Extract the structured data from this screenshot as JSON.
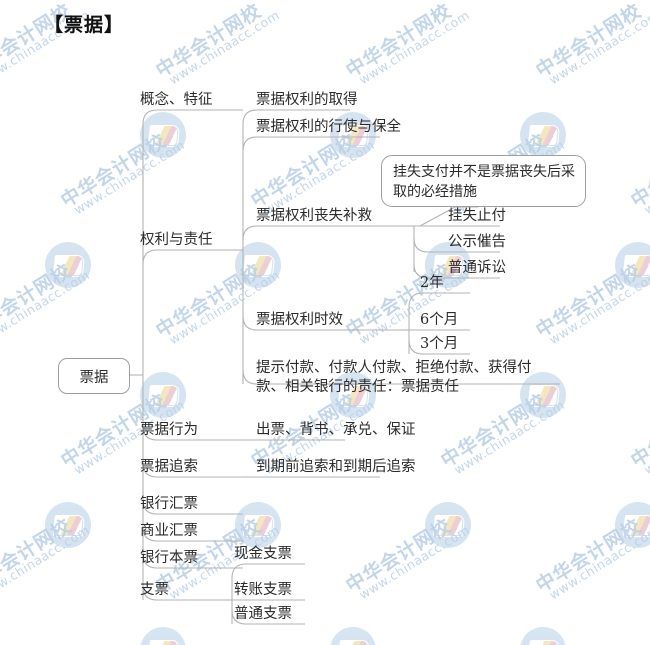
{
  "page": {
    "title": "【票据】",
    "watermark": {
      "brand": "中华会计网校",
      "url": "www.chinaacc.com",
      "logo_icon": "book-logo-icon"
    },
    "colors": {
      "line": "#b3b3b3",
      "text": "#2b2b2b",
      "watermark": "#b9cfe6",
      "background": "#ffffff"
    }
  },
  "mindmap": {
    "root": {
      "label": "票据"
    },
    "branches": [
      {
        "label": "概念、特征"
      },
      {
        "label": "权利与责任",
        "children": [
          {
            "label": "票据权利的取得"
          },
          {
            "label": "票据权利的行使与保全"
          },
          {
            "label": "票据权利丧失补救",
            "children": [
              {
                "label": "挂失止付"
              },
              {
                "label": "公示催告"
              },
              {
                "label": "普通诉讼"
              }
            ]
          },
          {
            "label": "票据权利时效",
            "children": [
              {
                "label": "2年"
              },
              {
                "label": "6个月"
              },
              {
                "label": "3个月"
              }
            ]
          },
          {
            "label": "提示付款、付款人付款、拒绝付款、获得付款、相关银行的责任：票据责任"
          }
        ]
      },
      {
        "label": "票据行为",
        "children": [
          {
            "label": "出票、背书、承兑、保证"
          }
        ]
      },
      {
        "label": "票据追索",
        "children": [
          {
            "label": "到期前追索和到期后追索"
          }
        ]
      },
      {
        "label": "银行汇票"
      },
      {
        "label": "商业汇票"
      },
      {
        "label": "银行本票"
      },
      {
        "label": "支票",
        "children": [
          {
            "label": "现金支票"
          },
          {
            "label": "转账支票"
          },
          {
            "label": "普通支票"
          }
        ]
      }
    ],
    "callout": {
      "text": "挂失支付并不是票据丧失后采取的必经措施"
    }
  }
}
